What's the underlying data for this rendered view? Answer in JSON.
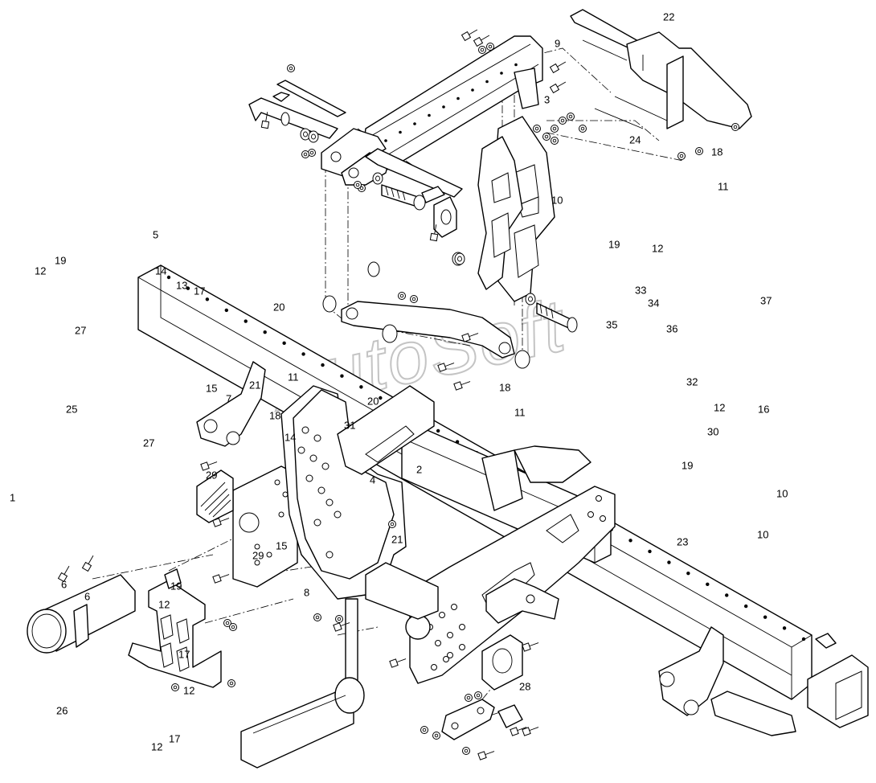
{
  "watermark": "AutoSoft",
  "callouts": [
    {
      "id": "c1",
      "text": "1"
    },
    {
      "id": "c2",
      "text": "2"
    },
    {
      "id": "c3",
      "text": "3"
    },
    {
      "id": "c4",
      "text": "4"
    },
    {
      "id": "c5",
      "text": "5"
    },
    {
      "id": "c6a",
      "text": "6"
    },
    {
      "id": "c6b",
      "text": "6"
    },
    {
      "id": "c7",
      "text": "7"
    },
    {
      "id": "c8",
      "text": "8"
    },
    {
      "id": "c9",
      "text": "9"
    },
    {
      "id": "c10a",
      "text": "10"
    },
    {
      "id": "c10b",
      "text": "10"
    },
    {
      "id": "c10c",
      "text": "10"
    },
    {
      "id": "c11a",
      "text": "11"
    },
    {
      "id": "c11b",
      "text": "11"
    },
    {
      "id": "c11c",
      "text": "11"
    },
    {
      "id": "c12a",
      "text": "12"
    },
    {
      "id": "c12b",
      "text": "12"
    },
    {
      "id": "c12c",
      "text": "12"
    },
    {
      "id": "c12d",
      "text": "12"
    },
    {
      "id": "c12e",
      "text": "12"
    },
    {
      "id": "c12f",
      "text": "12"
    },
    {
      "id": "c13",
      "text": "13"
    },
    {
      "id": "c14a",
      "text": "14"
    },
    {
      "id": "c14b",
      "text": "14"
    },
    {
      "id": "c15a",
      "text": "15"
    },
    {
      "id": "c15b",
      "text": "15"
    },
    {
      "id": "c16",
      "text": "16"
    },
    {
      "id": "c17a",
      "text": "17"
    },
    {
      "id": "c17b",
      "text": "17"
    },
    {
      "id": "c17c",
      "text": "17"
    },
    {
      "id": "c18a",
      "text": "18"
    },
    {
      "id": "c18b",
      "text": "18"
    },
    {
      "id": "c18c",
      "text": "18"
    },
    {
      "id": "c19a",
      "text": "19"
    },
    {
      "id": "c19b",
      "text": "19"
    },
    {
      "id": "c19c",
      "text": "19"
    },
    {
      "id": "c19d",
      "text": "19"
    },
    {
      "id": "c20a",
      "text": "20"
    },
    {
      "id": "c20b",
      "text": "20"
    },
    {
      "id": "c21a",
      "text": "21"
    },
    {
      "id": "c21b",
      "text": "21"
    },
    {
      "id": "c22",
      "text": "22"
    },
    {
      "id": "c23",
      "text": "23"
    },
    {
      "id": "c24",
      "text": "24"
    },
    {
      "id": "c25",
      "text": "25"
    },
    {
      "id": "c26",
      "text": "26"
    },
    {
      "id": "c27a",
      "text": "27"
    },
    {
      "id": "c27b",
      "text": "27"
    },
    {
      "id": "c28",
      "text": "28"
    },
    {
      "id": "c29a",
      "text": "29"
    },
    {
      "id": "c29b",
      "text": "29"
    },
    {
      "id": "c30",
      "text": "30"
    },
    {
      "id": "c31",
      "text": "31"
    },
    {
      "id": "c32",
      "text": "32"
    },
    {
      "id": "c33",
      "text": "33"
    },
    {
      "id": "c34",
      "text": "34"
    },
    {
      "id": "c35",
      "text": "35"
    },
    {
      "id": "c36",
      "text": "36"
    },
    {
      "id": "c37",
      "text": "37"
    }
  ]
}
